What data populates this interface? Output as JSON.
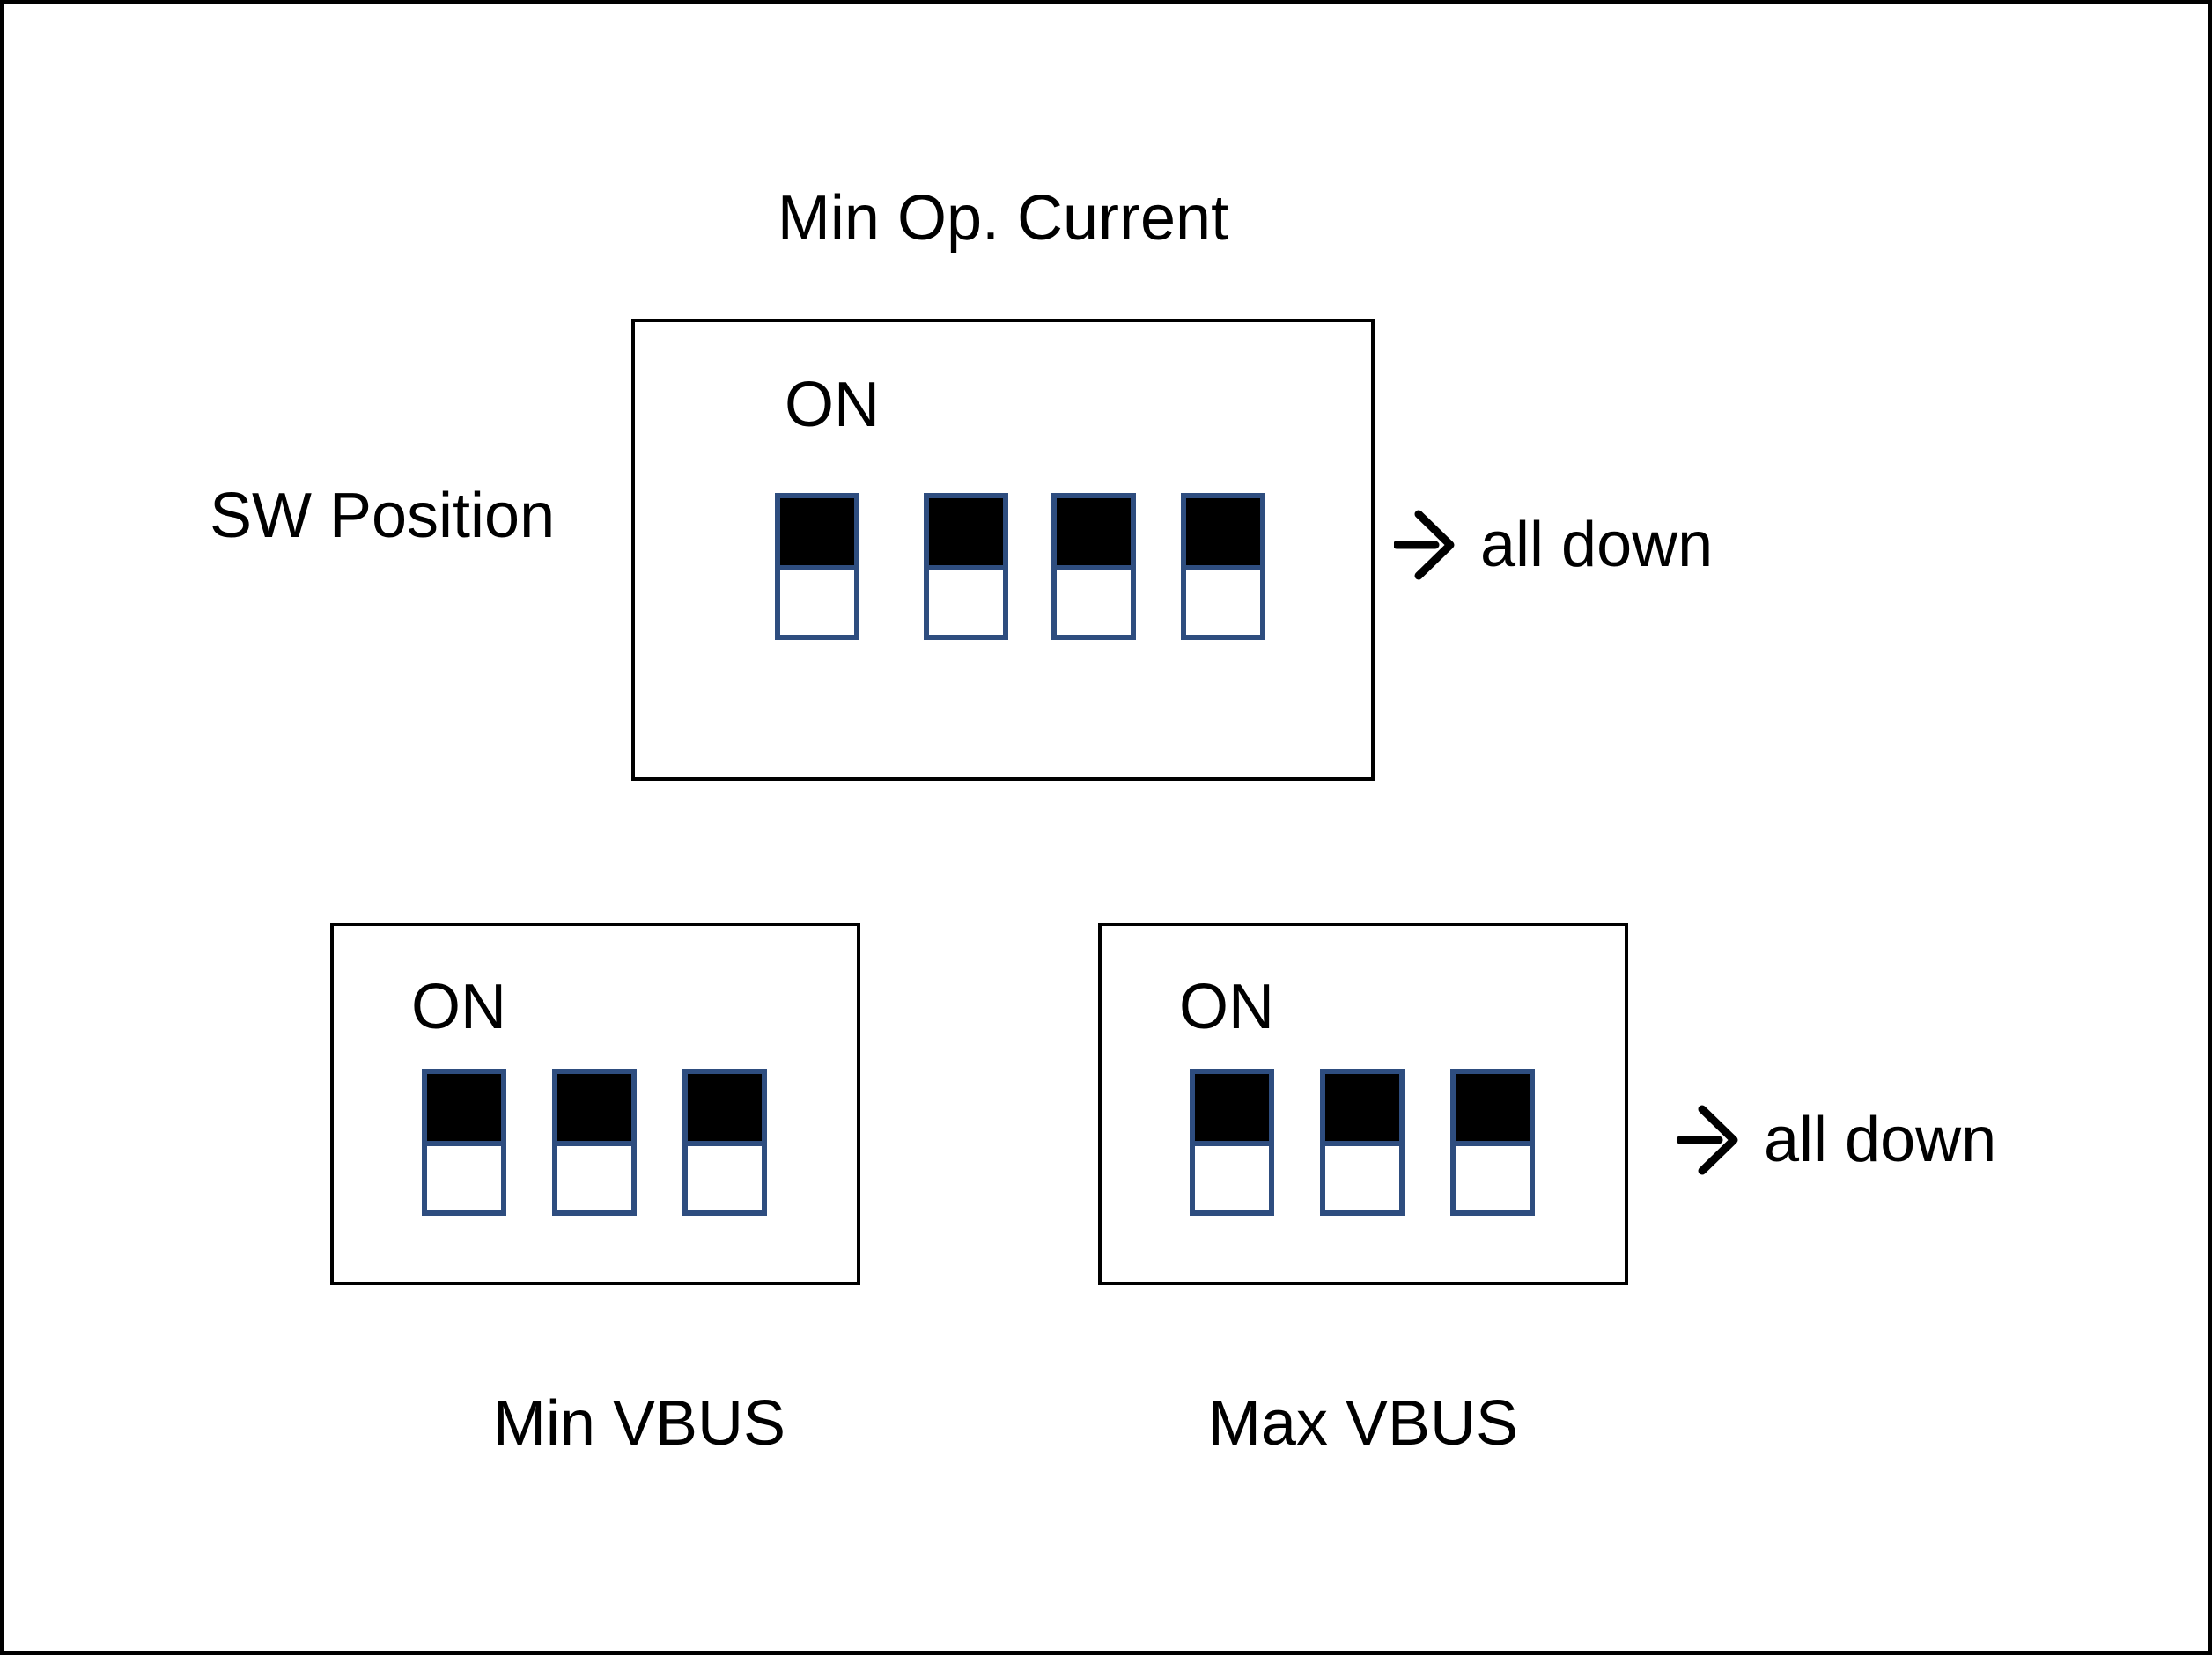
{
  "title": "Min Op. Current",
  "row_label": "SW Position",
  "panels": [
    {
      "id": "min-op-current",
      "on_label": "ON",
      "switch_count": 4,
      "switches": [
        "down",
        "down",
        "down",
        "down"
      ]
    },
    {
      "id": "min-vbus",
      "on_label": "ON",
      "caption": "Min VBUS",
      "switch_count": 3,
      "switches": [
        "down",
        "down",
        "down"
      ]
    },
    {
      "id": "max-vbus",
      "on_label": "ON",
      "caption": "Max VBUS",
      "switch_count": 3,
      "switches": [
        "down",
        "down",
        "down"
      ]
    }
  ],
  "annotations": {
    "top": {
      "icon": "arrow-right-icon",
      "label": "all down"
    },
    "bottom": {
      "icon": "arrow-right-icon",
      "label": "all down"
    }
  },
  "colors": {
    "background": "#ffffff",
    "text": "#000000",
    "box_border": "#000000",
    "switch_border": "#2e4d7f",
    "switch_on_fill": "#000000",
    "switch_off_fill": "#ffffff"
  }
}
